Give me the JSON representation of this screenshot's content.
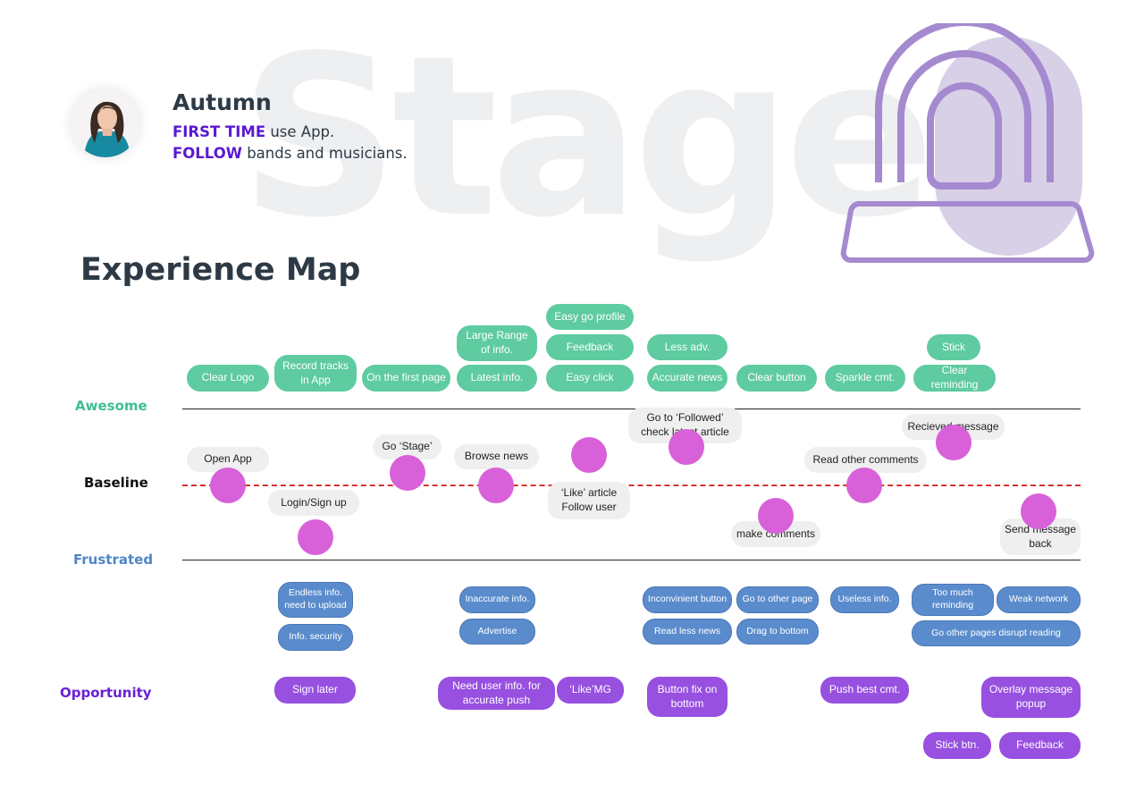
{
  "watermark": "Stage",
  "persona": {
    "name": "Autumn",
    "line1_emphasis": "FIRST TIME",
    "line1_rest": " use App.",
    "line2_emphasis": "FOLLOW",
    "line2_rest": " bands and musicians."
  },
  "title": "Experience Map",
  "row_labels": {
    "awesome": "Awesome",
    "baseline": "Baseline",
    "frustrated": "Frustrated",
    "opportunity": "Opportunity"
  },
  "colors": {
    "awesome": "#3fbf92",
    "baseline": "#111111",
    "frustrated": "#4f86c6",
    "opportunity": "#6a20d6",
    "positive_pill": "#5ecba1",
    "pain_pill": "#5a8ccd",
    "opportunity_pill": "#9750df",
    "emotion_dot": "#d861d9",
    "baseline_line": "#d73131"
  },
  "positives": [
    "Clear Logo",
    "Record tracks in App",
    "On the first page",
    "Large Range of info.",
    "Latest info.",
    "Easy go profile",
    "Feedback",
    "Easy click",
    "Less adv.",
    "Accurate news",
    "Clear button",
    "Sparkle cmt.",
    "Stick",
    "Clear reminding"
  ],
  "steps": [
    "Open App",
    "Login/Sign up",
    "Go ‘Stage’",
    "Browse news",
    "‘Like’ article Follow user",
    "Go to ‘Followed’ check latest article",
    "make comments",
    "Read other comments",
    "Recieved message",
    "Send message back"
  ],
  "emotion_scores": [
    0.0,
    -0.6,
    0.15,
    0.0,
    0.35,
    0.45,
    -0.35,
    0.0,
    0.5,
    -0.3
  ],
  "pain_points": [
    "Endless info. need to upload",
    "Info. security",
    "Inaccurate info.",
    "Advertise",
    "Inconvinient button",
    "Read less news",
    "Go to other page",
    "Drag to bottom",
    "Useless info.",
    "Too much reminding",
    "Weak network",
    "Go other pages disrupt reading"
  ],
  "opportunities": [
    "Sign later",
    "Need user info. for accurate push",
    "‘Like’MG",
    "Button fix on bottom",
    "Push best cmt.",
    "Overlay message popup",
    "Stick btn.",
    "Feedback"
  ]
}
